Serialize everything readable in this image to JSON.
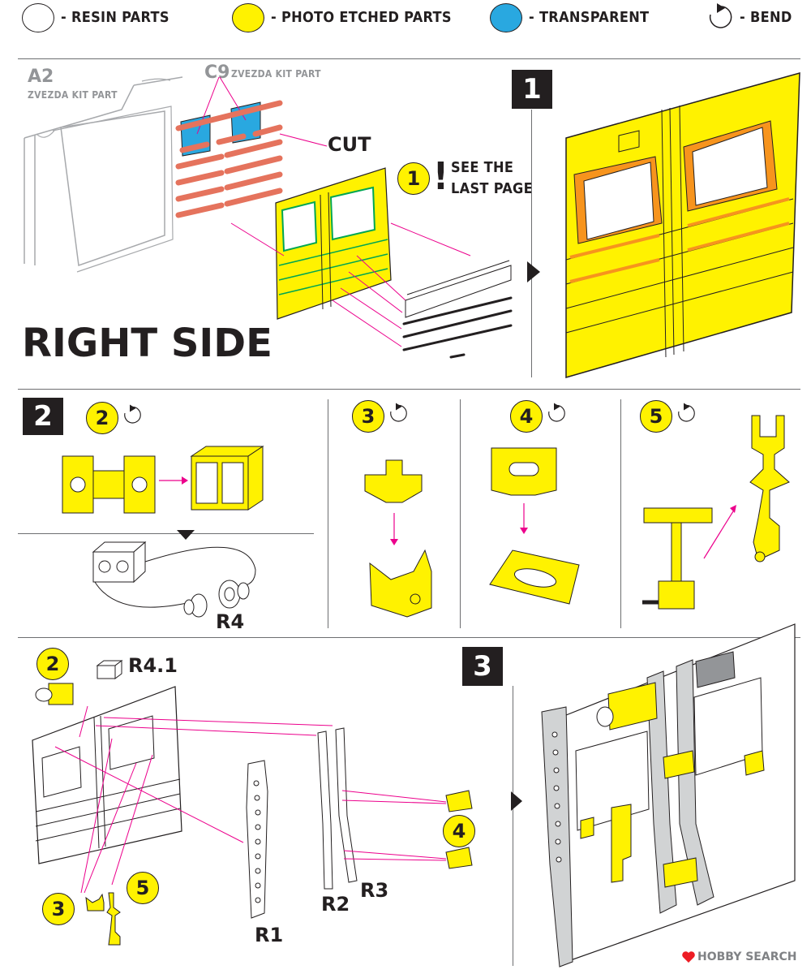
{
  "legend": {
    "resin": "- RESIN PARTS",
    "photo_etched": "- PHOTO ETCHED PARTS",
    "transparent": "- TRANSPARENT",
    "bend": "- BEND"
  },
  "colors": {
    "photo_etched": "#fff200",
    "transparent": "#29a8e0",
    "cut_strips": "#e5735d",
    "leader_lines": "#ec008c",
    "ink": "#231f20"
  },
  "top": {
    "kit_part_a2_code": "A2",
    "kit_part_a2_text": "ZVEZDA KIT PART",
    "kit_part_c9_code": "C9",
    "kit_part_c9_text": "ZVEZDA KIT PART",
    "cut_label": "CUT",
    "note_number": "1",
    "note_line1": "SEE THE",
    "note_line2": "LAST PAGE",
    "section_title": "RIGHT SIDE",
    "step_number": "1"
  },
  "middle": {
    "step_number": "2",
    "sub2": "2",
    "sub3": "3",
    "sub4": "4",
    "sub5": "5",
    "part_r4": "R4"
  },
  "bottom": {
    "sub2": "2",
    "part_r41": "R4.1",
    "sub3": "3",
    "sub5": "5",
    "sub4": "4",
    "part_r1": "R1",
    "part_r2": "R2",
    "part_r3": "R3",
    "step_number": "3"
  },
  "watermark": "HOBBY SEARCH"
}
